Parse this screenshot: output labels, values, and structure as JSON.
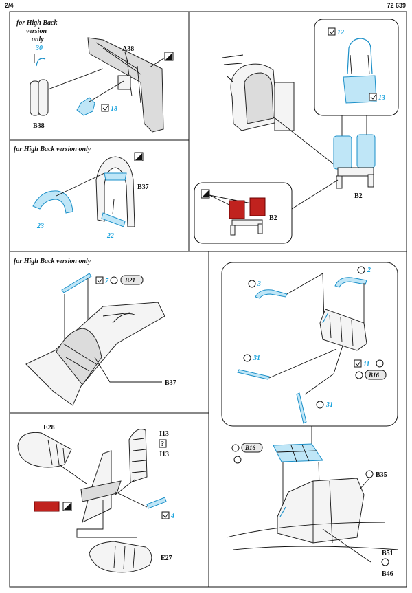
{
  "header": {
    "page": "2/4",
    "kit": "72 639"
  },
  "colors": {
    "etch": "#1aa3dd",
    "red_part": "#c0221e"
  },
  "panel1": {
    "note": [
      "for High Back",
      "version",
      "only"
    ],
    "labels": {
      "a38": "A38",
      "b38": "B38"
    },
    "parts": {
      "p30": "30",
      "p18": "18"
    }
  },
  "panel2": {
    "note": "for High Back version only",
    "labels": {
      "b37": "B37"
    },
    "parts": {
      "p23": "23",
      "p22": "22"
    }
  },
  "panel3": {
    "labels": {
      "b2_top": "B2",
      "b2_inset": "B2"
    },
    "parts": {
      "p12": "12",
      "p13": "13"
    }
  },
  "panel4": {
    "note": "for High Back version only",
    "labels": {
      "b21": "B21",
      "b37": "B37"
    },
    "parts": {
      "p7": "7"
    }
  },
  "panel5": {
    "labels": {
      "e28": "E28",
      "i13": "I13",
      "q": "?",
      "j13": "J13",
      "e27": "E27"
    },
    "parts": {
      "p4": "4"
    }
  },
  "panel6": {
    "labels": {
      "b16_box": "B16",
      "b16_left": "B16",
      "b35": "B35",
      "b51": "B51",
      "b46": "B46"
    },
    "parts": {
      "p3": "3",
      "p2": "2",
      "p31a": "31",
      "p31b": "31",
      "p11": "11"
    }
  }
}
